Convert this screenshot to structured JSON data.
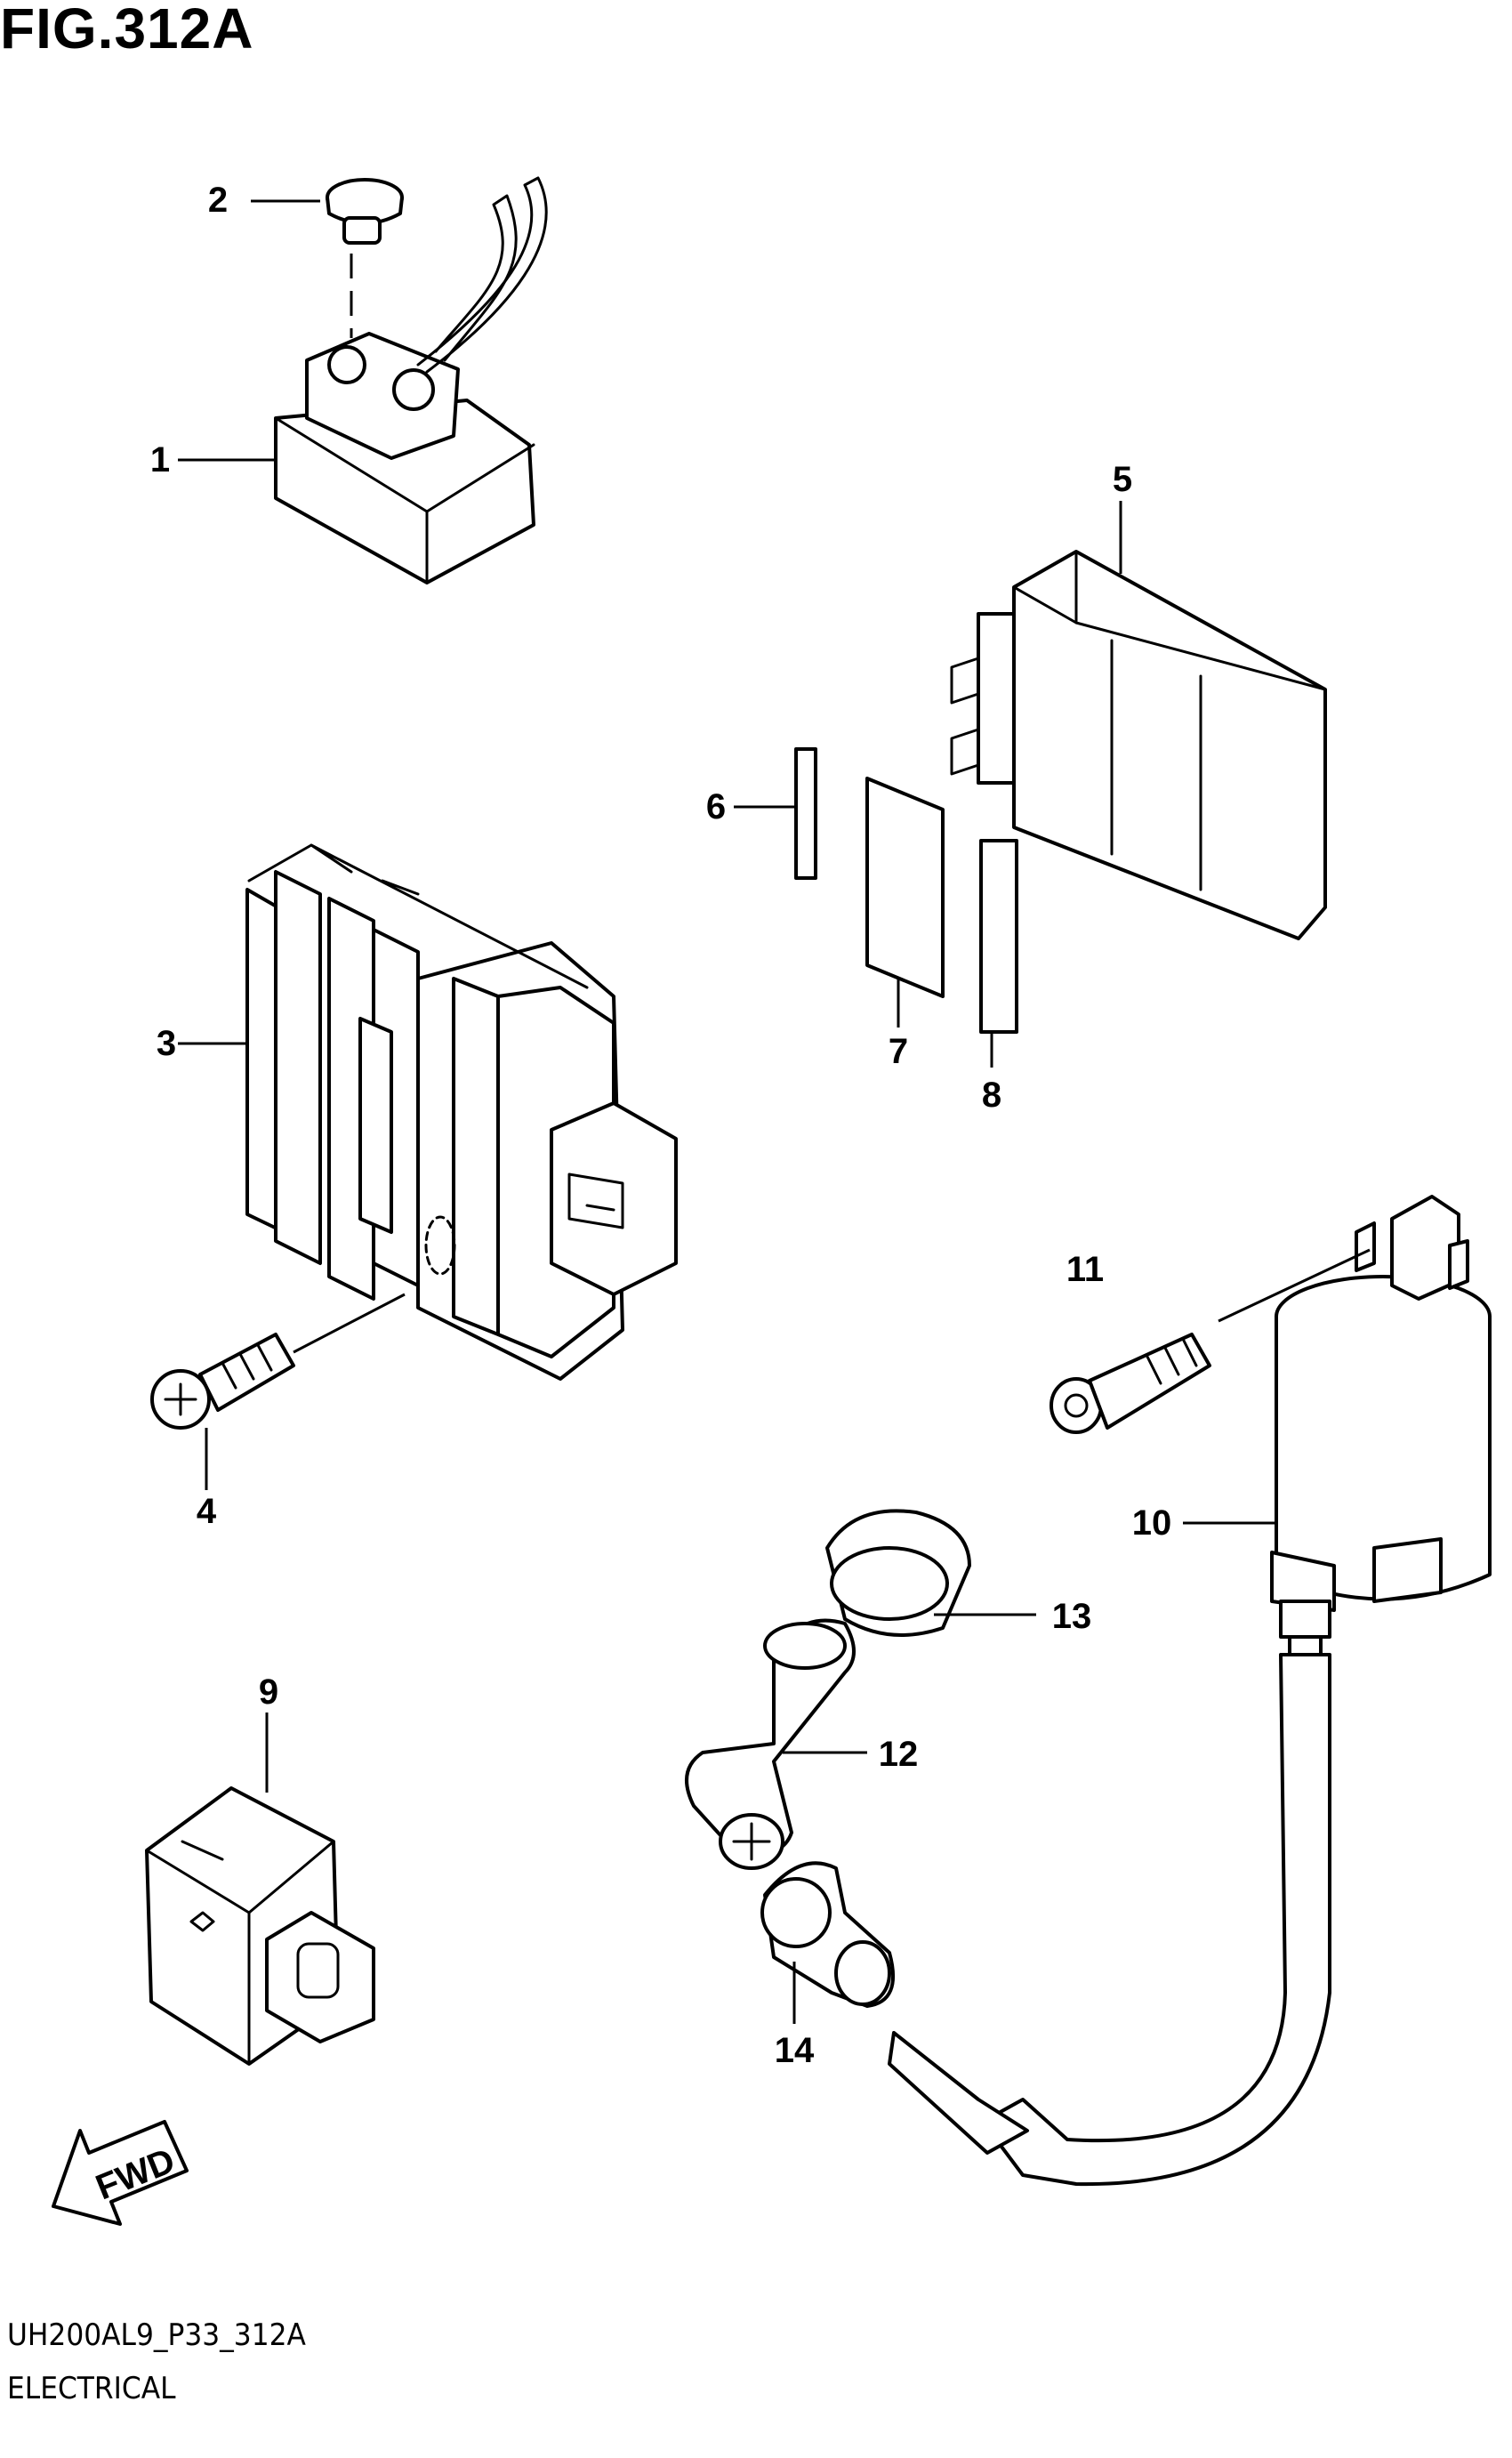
{
  "figure": {
    "title": "FIG.312A",
    "code": "UH200AL9_P33_312A",
    "section": "ELECTRICAL"
  },
  "callouts": [
    {
      "id": "1",
      "label": "1"
    },
    {
      "id": "2",
      "label": "2"
    },
    {
      "id": "3",
      "label": "3"
    },
    {
      "id": "4",
      "label": "4"
    },
    {
      "id": "5",
      "label": "5"
    },
    {
      "id": "6",
      "label": "6"
    },
    {
      "id": "7",
      "label": "7"
    },
    {
      "id": "8",
      "label": "8"
    },
    {
      "id": "9",
      "label": "9"
    },
    {
      "id": "10",
      "label": "10"
    },
    {
      "id": "11",
      "label": "11"
    },
    {
      "id": "12",
      "label": "12"
    },
    {
      "id": "13",
      "label": "13"
    },
    {
      "id": "14",
      "label": "14"
    }
  ],
  "direction_arrow": {
    "label": "FWD",
    "icon": "forward-arrow-icon"
  }
}
